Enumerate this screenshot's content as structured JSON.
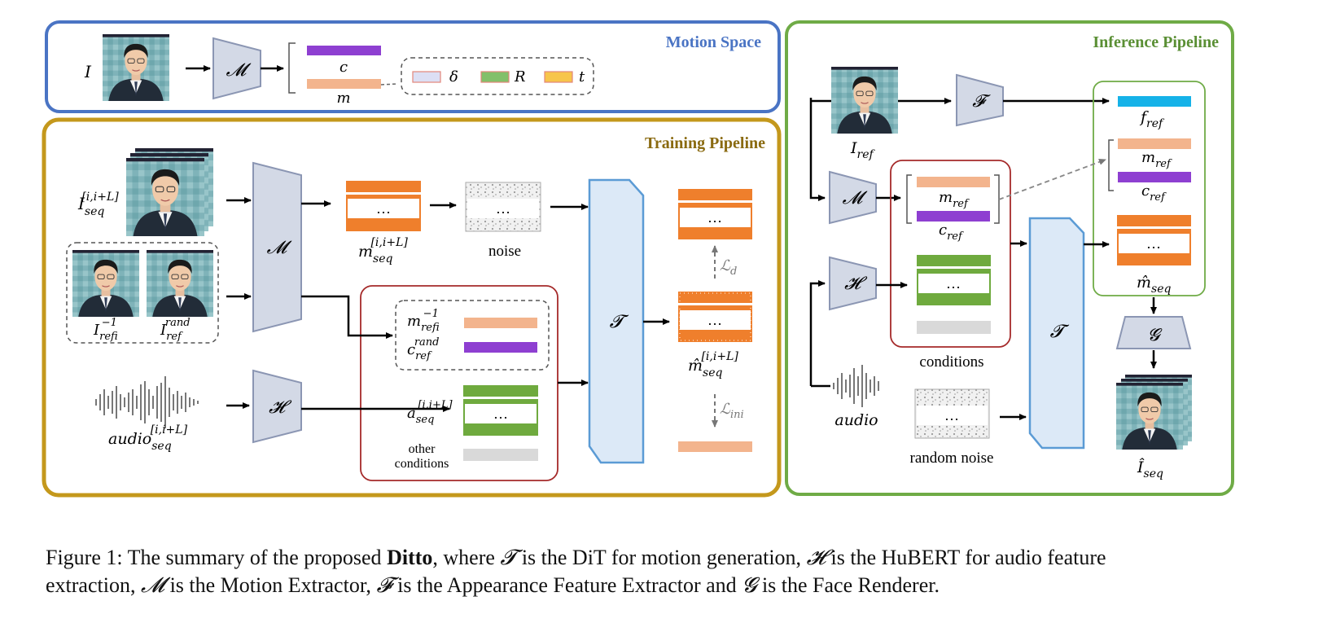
{
  "panels": {
    "motion_space": "Motion Space",
    "training": "Training Pipeline",
    "inference": "Inference Pipeline"
  },
  "operators": {
    "motion_extractor": "𝓜",
    "audio_encoder": "𝓗",
    "dit": "𝓣",
    "appearance": "𝓕",
    "renderer": "𝓖"
  },
  "labels": {
    "I": "I",
    "c": "c",
    "m": "m",
    "delta": "δ",
    "R": "R",
    "t": "t",
    "I_seq": "I",
    "I_seq_sub": "seq",
    "I_seq_sup": "[i,i+L]",
    "I_ref_prev": "I",
    "I_ref_prev_sub": "ref",
    "I_ref_prev_sup": "i−1",
    "I_ref_rand": "I",
    "I_ref_rand_sub": "ref",
    "I_ref_rand_sup": "rand",
    "audio_seq": "audio",
    "audio_seq_sub": "seq",
    "audio_seq_sup": "[i,i+L]",
    "m_seq": "m",
    "m_seq_sub": "seq",
    "m_seq_sup": "[i,i+L]",
    "noise": "noise",
    "m_ref_prev": "m",
    "m_ref_prev_sub": "ref",
    "m_ref_prev_sup": "i−1",
    "c_ref_rand": "c",
    "c_ref_rand_sub": "ref",
    "c_ref_rand_sup": "rand",
    "a_seq": "a",
    "a_seq_sub": "seq",
    "a_seq_sup": "[i,i+L]",
    "other_conditions_1": "other",
    "other_conditions_2": "conditions",
    "mhat_seq": "m̂",
    "mhat_seq_sub": "seq",
    "mhat_seq_sup": "[i,i+L]",
    "loss_d": "ℒ",
    "loss_d_sub": "d",
    "loss_ini": "ℒ",
    "loss_ini_sub": "ini",
    "I_ref": "I",
    "I_ref_sub": "ref",
    "f_ref": "f",
    "f_ref_sub": "ref",
    "m_ref": "m",
    "m_ref_sub": "ref",
    "c_ref": "c",
    "c_ref_sub": "ref",
    "conditions": "conditions",
    "audio": "audio",
    "random_noise": "random noise",
    "mhat_seq_inf": "m̂",
    "mhat_seq_inf_sub": "seq",
    "Ihat_seq": "Î",
    "Ihat_seq_sub": "seq",
    "dots": "…"
  },
  "caption": {
    "prefix": "Figure 1: The summary of the proposed ",
    "bold": "Ditto",
    "t1": ", where ",
    "T": "𝓣",
    "t2": " is the DiT for motion generation, ",
    "H": "𝓗",
    "t3": " is the HuBERT for audio feature",
    "t4": "extraction, ",
    "M": "𝓜",
    "t5": " is the Motion Extractor, ",
    "F": "𝓕",
    "t6": " is the Appearance Feature Extractor and ",
    "G": "𝓖",
    "t7": " is the Face Renderer."
  },
  "colors": {
    "motion_border": "#4a74c4",
    "training_border": "#c4981c",
    "inference_border": "#6fab46",
    "title_blue": "#4a74c4",
    "title_gold": "#8a6a10",
    "title_green": "#5a8f34",
    "orange": "#ef7f2c",
    "peach": "#f3b48d",
    "purple": "#8e3fd1",
    "green": "#6faa3e",
    "cyan": "#15b2e8",
    "gray": "#d9d9d9",
    "dit_fill": "#dce9f7",
    "dit_stroke": "#5b9bd5",
    "op_fill": "#d3d9e6",
    "op_stroke": "#8b96b3",
    "dark_red": "#a52a2a"
  }
}
